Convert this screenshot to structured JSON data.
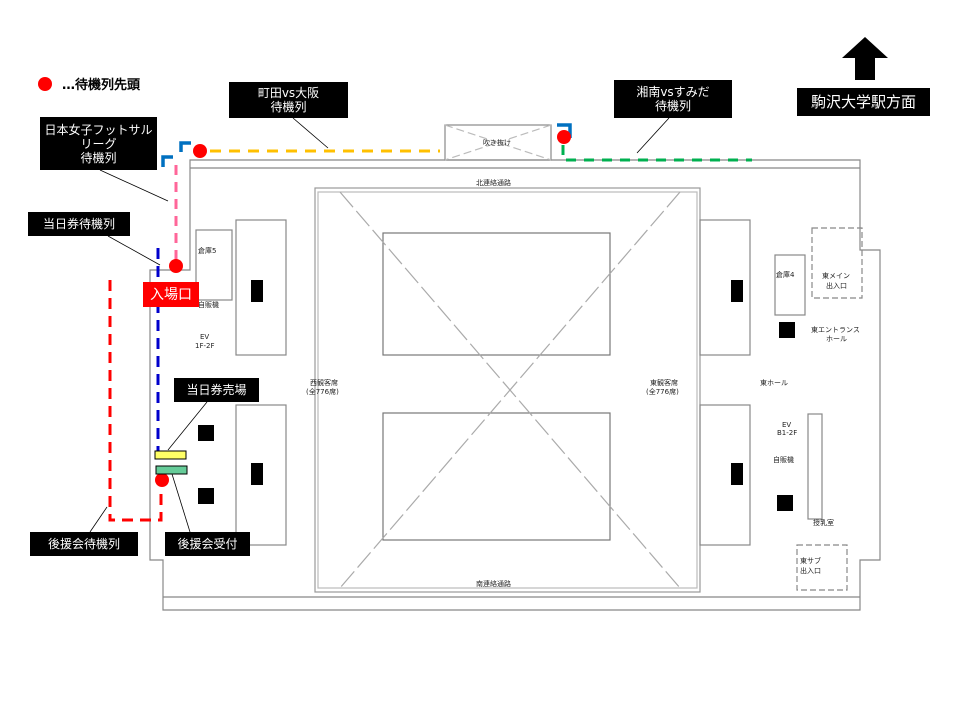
{
  "legend": {
    "text": "…待機列先頭",
    "dot_color": "#ff0000"
  },
  "direction": {
    "label": "駒沢大学駅方面",
    "icon": "up-arrow-icon"
  },
  "callouts": {
    "machida_osaka": [
      "町田vs大阪",
      "待機列"
    ],
    "shonan_sumida": [
      "湘南vsすみだ",
      "待機列"
    ],
    "futsal_league": [
      "日本女子フットサル",
      "リーグ",
      "待機列"
    ],
    "same_day_queue": "当日券待機列",
    "entrance": "入場口",
    "same_day_ticket_booth": "当日券売場",
    "supporters_queue": "後援会待機列",
    "supporters_reception": "後援会受付"
  },
  "map_labels": {
    "atrium": "吹き抜け",
    "north_passage": "北連絡通路",
    "south_passage": "南連絡通路",
    "storage5": "倉庫5",
    "vending_west": "自販機",
    "ev_west": [
      "EV",
      "1F-2F"
    ],
    "west_seats": [
      "西観客席",
      "(全776席)"
    ],
    "east_seats": [
      "東観客席",
      "(全776席)"
    ],
    "storage4": "倉庫4",
    "east_main_entrance": [
      "東メイン",
      "出入口"
    ],
    "east_entrance_hall": [
      "東エントランス",
      "ホール"
    ],
    "east_hall": "東ホール",
    "ev_east": [
      "EV",
      "B1-2F"
    ],
    "vending_east": "自販機",
    "nursing_room": "授乳室",
    "east_sub_entrance": [
      "東サブ",
      "出入口"
    ]
  },
  "colors": {
    "machida_osaka_line": "#ffc000",
    "shonan_sumida_line": "#00b050",
    "futsal_line": "#ff6699",
    "same_day_line": "#0000cc",
    "supporters_line": "#ff0000",
    "corner_marker": "#0070c0",
    "ticket_booth": "#ffff66",
    "reception": "#66cc99"
  }
}
